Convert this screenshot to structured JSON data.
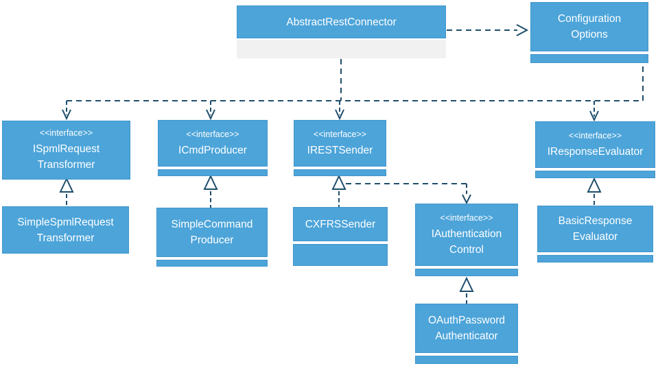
{
  "diagram": {
    "type": "uml-class-diagram",
    "colors": {
      "node_fill": "#4CA4D9",
      "node_border": "#4095CC",
      "node_text": "#FFFFFF",
      "connector": "#1D4D6B",
      "attribute_fill": "#F1F1F1",
      "red_dash": "#A53B39"
    },
    "nodes": {
      "abstract_rest_connector": {
        "name": "AbstractRestConnector"
      },
      "configuration_options": {
        "name_line1": "Configuration",
        "name_line2": "Options"
      },
      "ispml_request_transformer": {
        "stereotype": "<<interface>>",
        "name_line1": "ISpmlRequest",
        "name_line2": "Transformer"
      },
      "icmd_producer": {
        "stereotype": "<<interface>>",
        "name": "ICmdProducer"
      },
      "irest_sender": {
        "stereotype": "<<interface>>",
        "name": "IRESTSender"
      },
      "iresponse_evaluator": {
        "stereotype": "<<interface>>",
        "name": "IResponseEvaluator"
      },
      "simple_spml_request_transformer": {
        "name_line1": "SimpleSpmlRequest",
        "name_line2": "Transformer"
      },
      "simple_command_producer": {
        "name_line1": "SimpleCommand",
        "name_line2": "Producer"
      },
      "cxfrs_sender": {
        "name": "CXFRSSender"
      },
      "iauthentication_control": {
        "stereotype": "<<interface>>",
        "name_line1": "IAuthentication",
        "name_line2": "Control"
      },
      "basic_response_evaluator": {
        "name_line1": "BasicResponse",
        "name_line2": "Evaluator"
      },
      "oauth_password_authenticator": {
        "name_line1": "OAuthPassword",
        "name_line2": "Authenticator"
      }
    },
    "relationships": [
      {
        "from": "AbstractRestConnector",
        "to": "ConfigurationOptions",
        "type": "dashed-dependency"
      },
      {
        "from": "AbstractRestConnector",
        "to": "ISpmlRequestTransformer",
        "type": "dashed-dependency"
      },
      {
        "from": "AbstractRestConnector",
        "to": "ICmdProducer",
        "type": "dashed-dependency"
      },
      {
        "from": "AbstractRestConnector",
        "to": "IRESTSender",
        "type": "dashed-dependency"
      },
      {
        "from": "AbstractRestConnector",
        "to": "IResponseEvaluator",
        "type": "dashed-dependency"
      },
      {
        "from": "SimpleSpmlRequestTransformer",
        "to": "ISpmlRequestTransformer",
        "type": "realization"
      },
      {
        "from": "SimpleCommandProducer",
        "to": "ICmdProducer",
        "type": "realization"
      },
      {
        "from": "CXFRSSender",
        "to": "IRESTSender",
        "type": "realization"
      },
      {
        "from": "IRESTSender",
        "to": "IAuthenticationControl",
        "type": "dashed-dependency"
      },
      {
        "from": "OAuthPasswordAuthenticator",
        "to": "IAuthenticationControl",
        "type": "realization"
      },
      {
        "from": "BasicResponseEvaluator",
        "to": "IResponseEvaluator",
        "type": "realization"
      }
    ]
  }
}
